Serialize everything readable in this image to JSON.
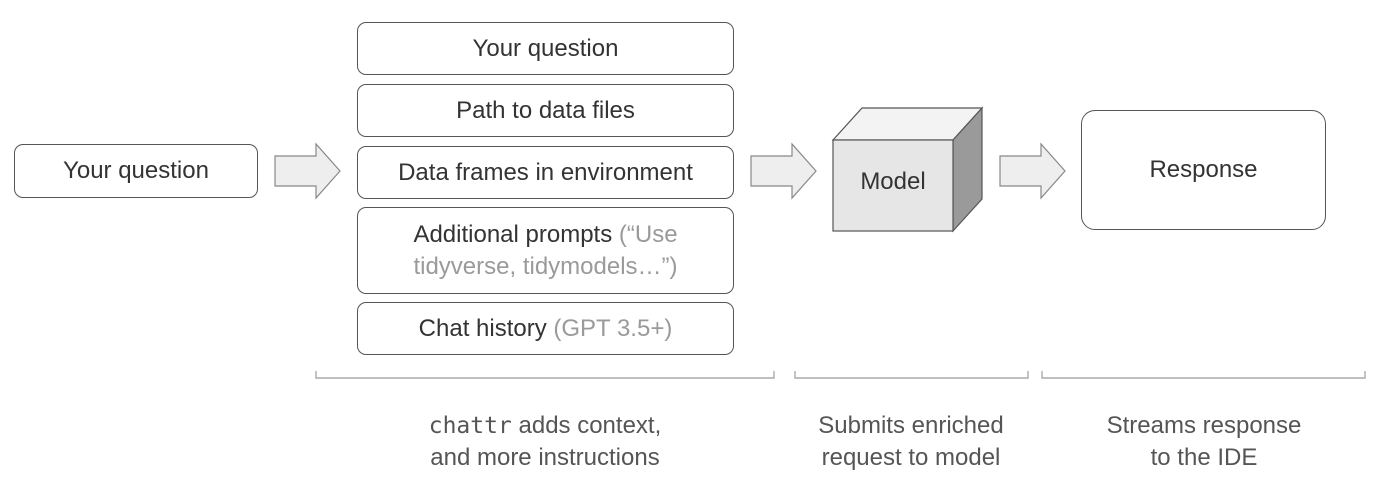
{
  "input": {
    "label": "Your question"
  },
  "context_stack": [
    {
      "text": "Your question"
    },
    {
      "text": "Path to data files"
    },
    {
      "text": "Data frames in environment"
    },
    {
      "text": "Additional prompts ",
      "muted": "(“Use tidyverse, tidymodels…”)"
    },
    {
      "text": "Chat history ",
      "muted": "(GPT 3.5+)"
    }
  ],
  "model": {
    "label": "Model"
  },
  "response": {
    "label": "Response"
  },
  "captions": {
    "context": {
      "code": "chattr",
      "line1_rest": " adds context,",
      "line2": "and more instructions"
    },
    "model": {
      "line1": "Submits enriched",
      "line2": "request to model"
    },
    "response": {
      "line1": "Streams response",
      "line2": "to the IDE"
    }
  },
  "colors": {
    "stroke": "#555555",
    "arrow_fill": "#eeeeee",
    "arrow_stroke": "#888888",
    "cube_front": "#e6e6e6",
    "cube_top": "#f3f3f3",
    "cube_side": "#9a9a9a",
    "muted_text": "#9a9a9a"
  }
}
